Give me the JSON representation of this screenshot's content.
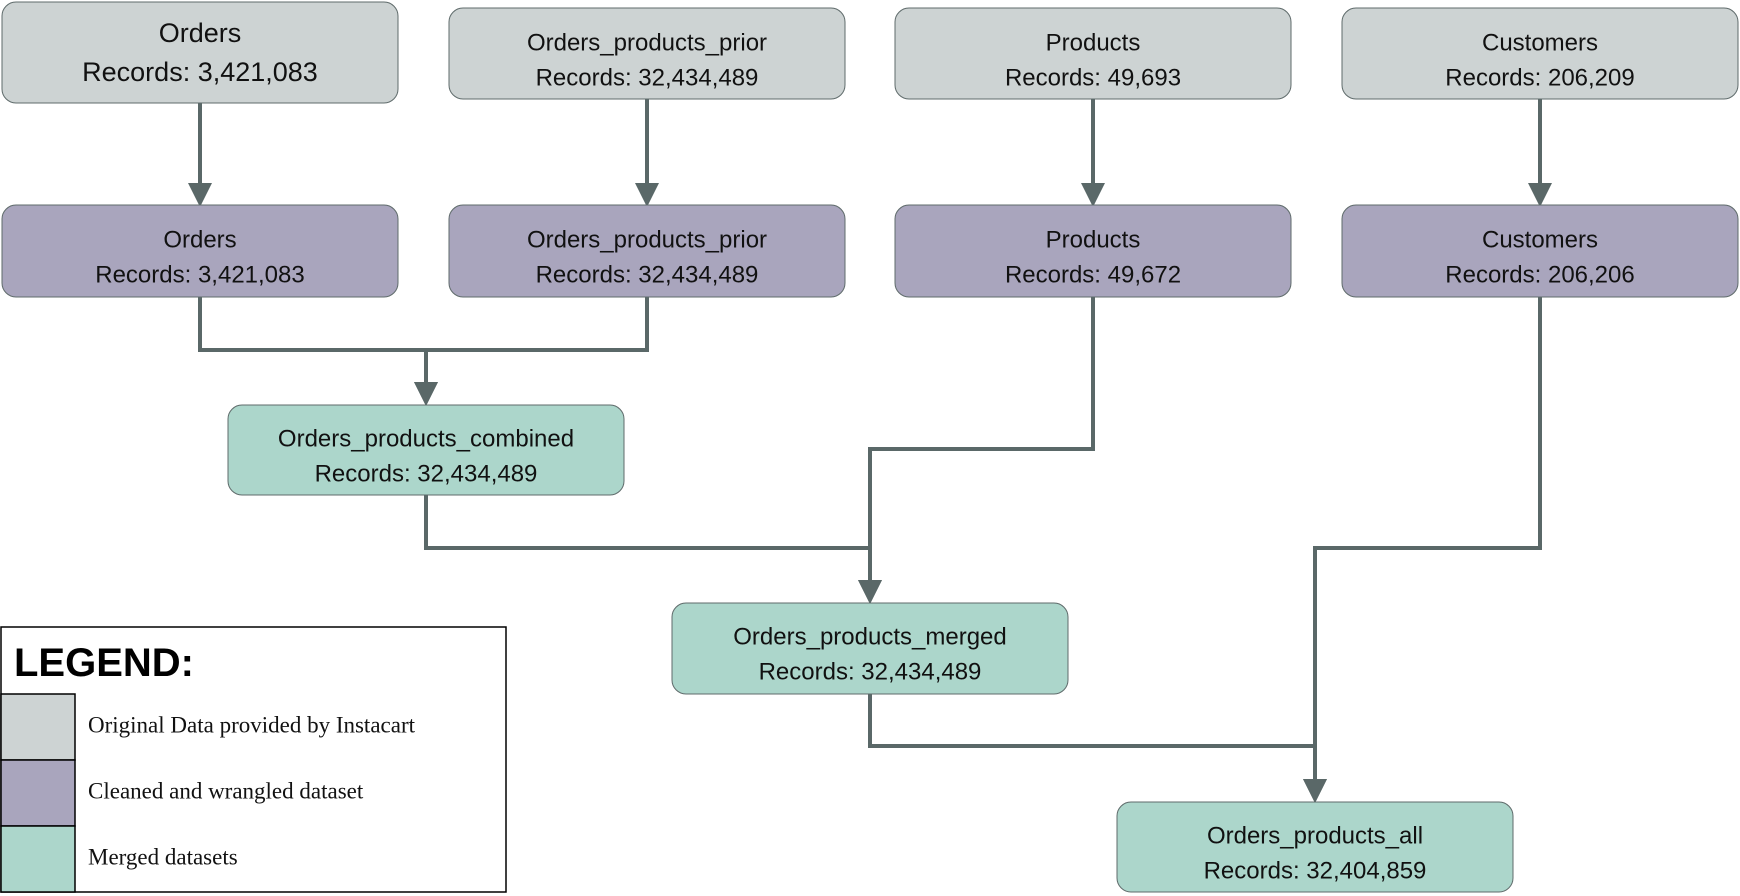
{
  "colors": {
    "original": "#cdd3d3",
    "cleaned": "#a9a5bd",
    "merged": "#acd6cb",
    "edge": "#5a6868"
  },
  "nodes": {
    "orders_original": {
      "name": "Orders",
      "records": "Records: 3,421,083",
      "category": "original"
    },
    "opp_original": {
      "name": "Orders_products_prior",
      "records": "Records: 32,434,489",
      "category": "original"
    },
    "products_original": {
      "name": "Products",
      "records": "Records: 49,693",
      "category": "original"
    },
    "customers_original": {
      "name": "Customers",
      "records": "Records: 206,209",
      "category": "original"
    },
    "orders_cleaned": {
      "name": "Orders",
      "records": "Records: 3,421,083",
      "category": "cleaned"
    },
    "opp_cleaned": {
      "name": "Orders_products_prior",
      "records": "Records: 32,434,489",
      "category": "cleaned"
    },
    "products_cleaned": {
      "name": "Products",
      "records": "Records: 49,672",
      "category": "cleaned"
    },
    "customers_cleaned": {
      "name": "Customers",
      "records": "Records: 206,206",
      "category": "cleaned"
    },
    "combined": {
      "name": "Orders_products_combined",
      "records": "Records: 32,434,489",
      "category": "merged"
    },
    "merged": {
      "name": "Orders_products_merged",
      "records": "Records: 32,434,489",
      "category": "merged"
    },
    "all": {
      "name": "Orders_products_all",
      "records": "Records: 32,404,859",
      "category": "merged"
    }
  },
  "edges": [
    {
      "from": "orders_original",
      "to": "orders_cleaned"
    },
    {
      "from": "opp_original",
      "to": "opp_cleaned"
    },
    {
      "from": "products_original",
      "to": "products_cleaned"
    },
    {
      "from": "customers_original",
      "to": "customers_cleaned"
    },
    {
      "from": "orders_cleaned",
      "to": "combined"
    },
    {
      "from": "opp_cleaned",
      "to": "combined"
    },
    {
      "from": "products_cleaned",
      "to": "merged"
    },
    {
      "from": "combined",
      "to": "merged"
    },
    {
      "from": "customers_cleaned",
      "to": "all"
    },
    {
      "from": "merged",
      "to": "all"
    }
  ],
  "legend": {
    "title": "LEGEND:",
    "items": [
      {
        "category": "original",
        "label": "Original Data provided by Instacart"
      },
      {
        "category": "cleaned",
        "label": "Cleaned and wrangled dataset"
      },
      {
        "category": "merged",
        "label": "Merged datasets"
      }
    ]
  }
}
